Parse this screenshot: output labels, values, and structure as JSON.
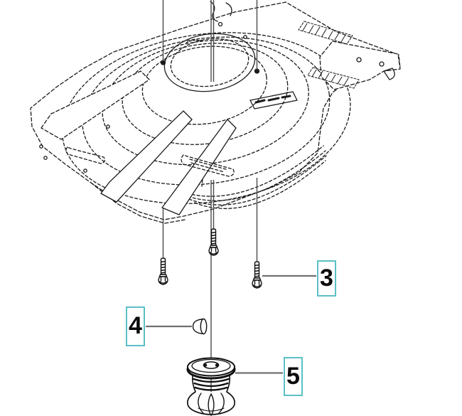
{
  "diagram": {
    "type": "exploded-parts-diagram",
    "background_color": "#ffffff",
    "accent_color": "#5bc0c5",
    "line_color": "#1b1b1b",
    "leader_color": "#707070",
    "callouts": [
      {
        "label": "3"
      },
      {
        "label": "4"
      },
      {
        "label": "5"
      }
    ]
  }
}
